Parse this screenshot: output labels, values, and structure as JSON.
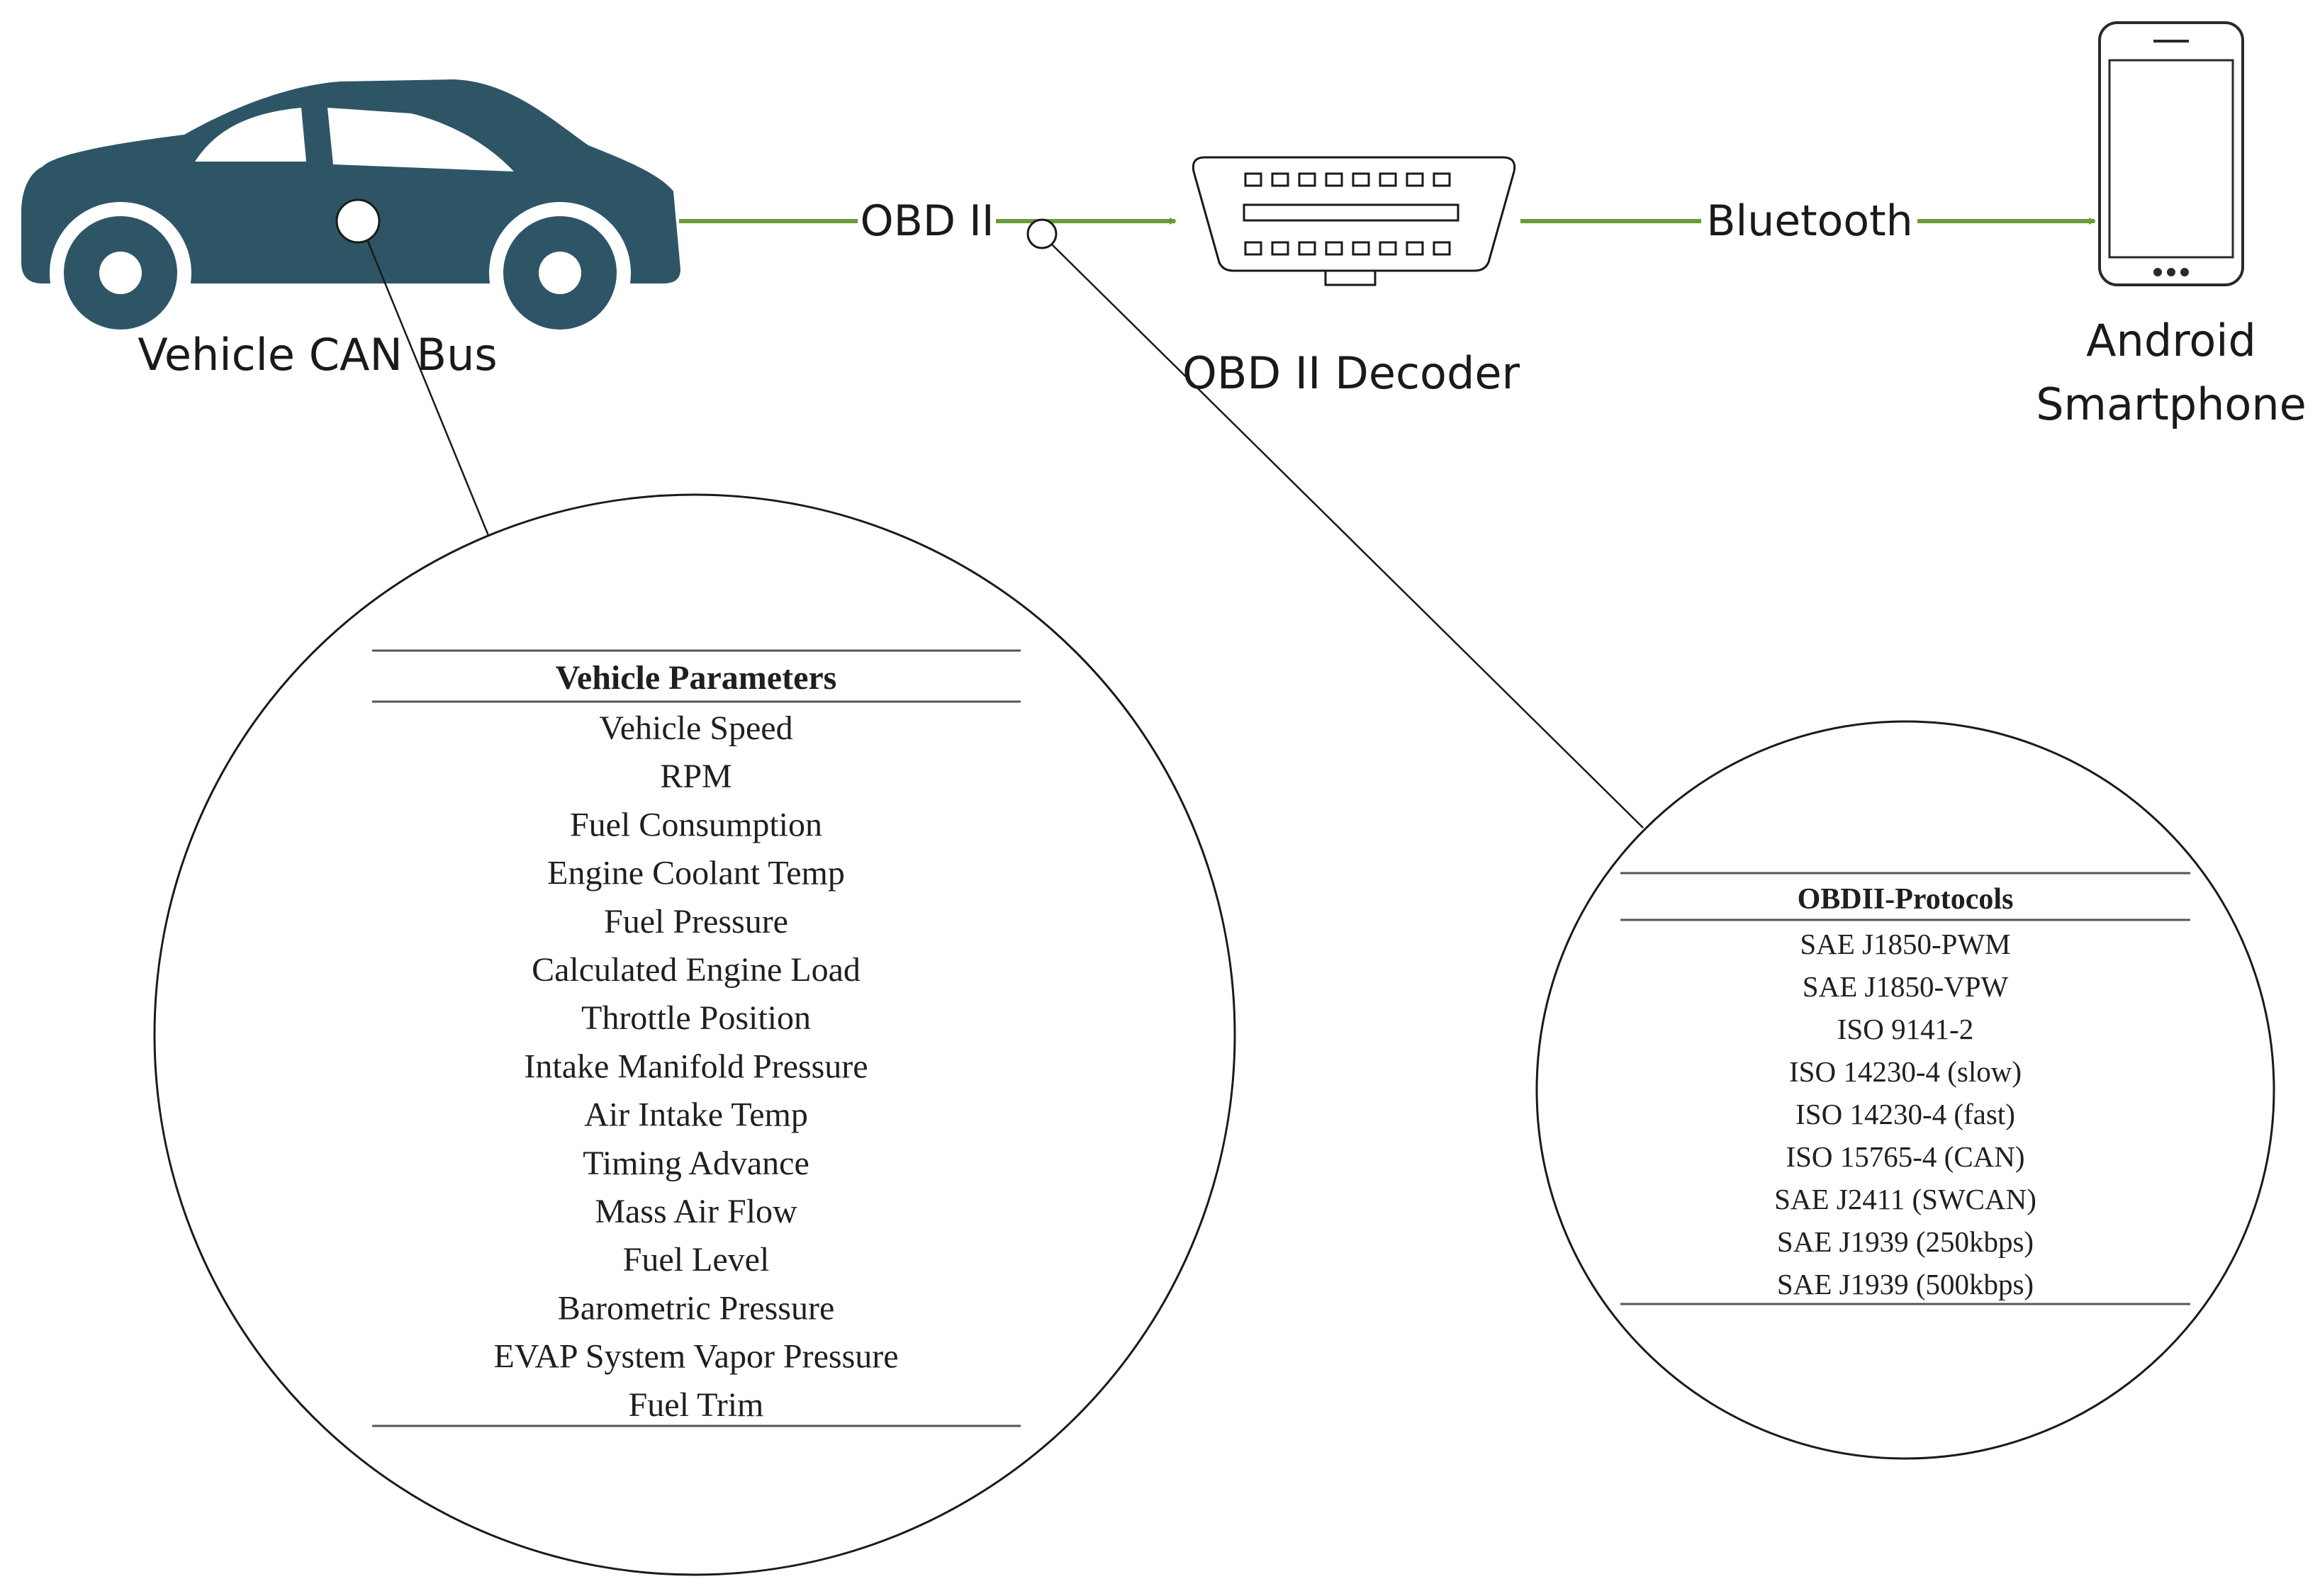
{
  "labels": {
    "vehicle": "Vehicle CAN Bus",
    "obd_link": "OBD II",
    "decoder": "OBD II Decoder",
    "bluetooth": "Bluetooth",
    "phone_line1": "Android",
    "phone_line2": "Smartphone"
  },
  "vehicle_parameters": {
    "title": "Vehicle Parameters",
    "items": [
      "Vehicle Speed",
      "RPM",
      "Fuel Consumption",
      "Engine Coolant Temp",
      "Fuel Pressure",
      "Calculated Engine Load",
      "Throttle Position",
      "Intake Manifold Pressure",
      "Air Intake Temp",
      "Timing Advance",
      "Mass Air Flow",
      "Fuel Level",
      "Barometric Pressure",
      "EVAP System Vapor Pressure",
      "Fuel Trim"
    ]
  },
  "obd_protocols": {
    "title": "OBDII-Protocols",
    "items": [
      "SAE J1850-PWM",
      "SAE J1850-VPW",
      "ISO 9141-2",
      "ISO 14230-4 (slow)",
      "ISO 14230-4 (fast)",
      "ISO 15765-4 (CAN)",
      "SAE J2411 (SWCAN)",
      "SAE J1939 (250kbps)",
      "SAE J1939 (500kbps)"
    ]
  },
  "colors": {
    "car": "#2e5566",
    "arrow": "#6a9a3a",
    "outline": "#1a1a1a"
  },
  "icons": [
    "car-icon",
    "obd-connector-icon",
    "smartphone-icon"
  ]
}
